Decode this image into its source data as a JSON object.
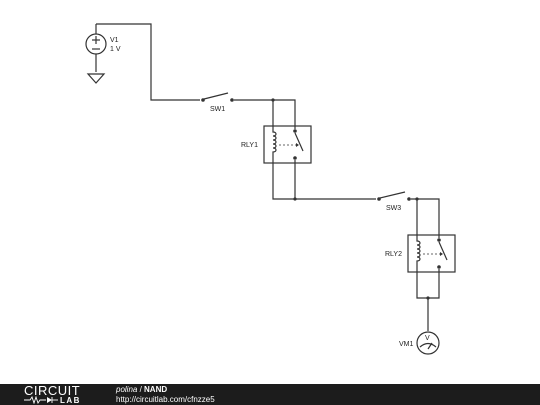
{
  "schematic": {
    "components": {
      "v1": {
        "name": "V1",
        "value": "1 V"
      },
      "sw1": {
        "name": "SW1"
      },
      "rly1": {
        "name": "RLY1"
      },
      "sw3": {
        "name": "SW3"
      },
      "rly2": {
        "name": "RLY2"
      },
      "vm1": {
        "name": "VM1",
        "symbol": "V"
      }
    }
  },
  "footer": {
    "logo_top": "CIRCUIT",
    "logo_bottom": "LAB",
    "author": "polina",
    "separator": " / ",
    "title": "NAND",
    "url": "http://circuitlab.com/cfnzze5"
  }
}
